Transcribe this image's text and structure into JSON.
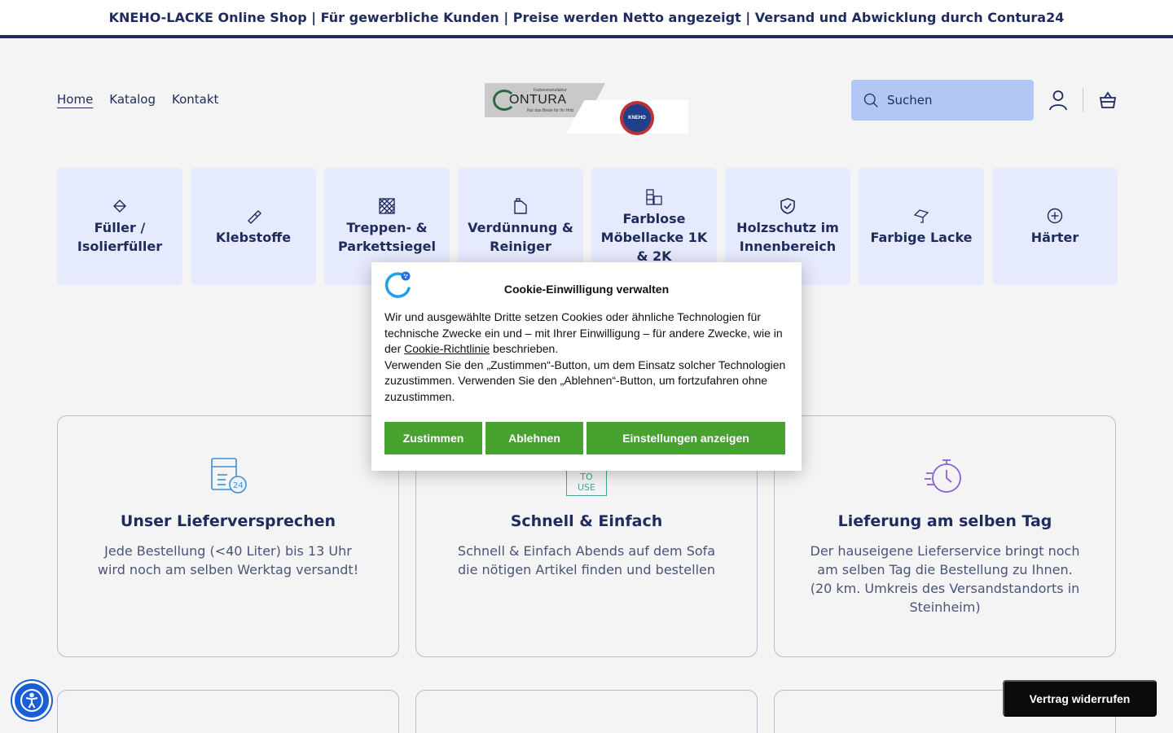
{
  "announcement": "KNEHO-LACKE Online Shop | Für gewerbliche Kunden | Preise werden Netto angezeigt | Versand und Abwicklung durch Contura24",
  "nav": [
    {
      "label": "Home",
      "active": true
    },
    {
      "label": "Katalog",
      "active": false
    },
    {
      "label": "Kontakt",
      "active": false
    }
  ],
  "logo": {
    "contura_text": "ONTURA",
    "contura_tagline_top": "Farbenmanufaktur",
    "contura_tagline_bottom": "Nur das Beste für Ihr Holz",
    "kneho_text": "KNEHO"
  },
  "search": {
    "placeholder": "Suchen"
  },
  "categories": [
    {
      "label": "Füller / Isolierfüller",
      "icon": "paint-bucket-icon"
    },
    {
      "label": "Klebstoffe",
      "icon": "glue-icon"
    },
    {
      "label": "Treppen- & Parkettsiegel",
      "icon": "parquet-icon"
    },
    {
      "label": "Verdünnung & Reiniger",
      "icon": "canister-icon"
    },
    {
      "label": "Farblose Möbellacke 1K & 2K",
      "icon": "furniture-icon"
    },
    {
      "label": "Holzschutz im Innenbereich",
      "icon": "shield-check-icon"
    },
    {
      "label": "Farbige Lacke",
      "icon": "paint-roller-icon"
    },
    {
      "label": "Härter",
      "icon": "plus-circle-icon"
    }
  ],
  "features": [
    {
      "title": "Unser Lieferversprechen",
      "text": "Jede Bestellung (<40 Liter) bis 13 Uhr wird noch am selben Werktag versandt!",
      "icon": "package-24h-icon"
    },
    {
      "title": "Schnell & Einfach",
      "text": "Schnell & Einfach Abends auf dem Sofa die nötigen Artikel finden und bestellen",
      "icon": "ready-to-use-icon",
      "icon_text": "TO\nUSE"
    },
    {
      "title": "Lieferung am selben Tag",
      "text": "Der hauseigene Lieferservice bringt noch am selben Tag die Bestellung zu Ihnen. (20 km. Umkreis des Versandstandorts in Steinheim)",
      "icon": "stopwatch-icon"
    }
  ],
  "cookie": {
    "title": "Cookie-Einwilligung verwalten",
    "text_before_link": "Wir und ausgewählte Dritte setzen Cookies oder ähnliche Technologien für technische Zwecke ein und – mit Ihrer Einwilligung – für andere Zwecke, wie in der ",
    "link": "Cookie-Richtlinie",
    "text_after_link": " beschrieben.",
    "text_second": "Verwenden Sie den „Zustimmen“-Button, um dem Einsatz solcher Technologien zuzustimmen. Verwenden Sie den „Ablehnen“-Button, um fortzufahren ohne zuzustimmen.",
    "accept": "Zustimmen",
    "reject": "Ablehnen",
    "settings": "Einstellungen anzeigen"
  },
  "revoke_button": "Vertrag widerrufen",
  "colors": {
    "primary": "#1f2b5c",
    "category_bg": "#e5eafc",
    "search_bg": "#b3c7f7",
    "cookie_green": "#48a230",
    "a11y_blue": "#1a5ed6"
  }
}
